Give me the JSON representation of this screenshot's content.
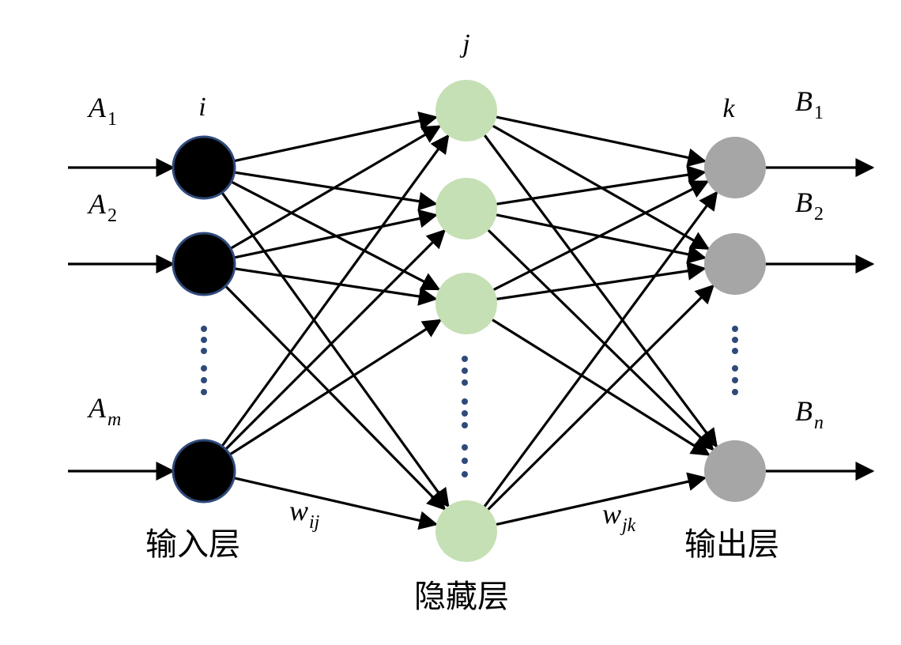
{
  "labels": {
    "input_index": "i",
    "hidden_index": "j",
    "output_index": "k",
    "inputs": [
      {
        "main": "A",
        "sub": "1"
      },
      {
        "main": "A",
        "sub": "2"
      },
      {
        "main": "A",
        "sub": "m"
      }
    ],
    "outputs": [
      {
        "main": "B",
        "sub": "1"
      },
      {
        "main": "B",
        "sub": "2"
      },
      {
        "main": "B",
        "sub": "n"
      }
    ],
    "weight_ij": {
      "main": "w",
      "sub": "ij"
    },
    "weight_jk": {
      "main": "w",
      "sub": "jk"
    },
    "input_layer": "输入层",
    "hidden_layer": "隐藏层",
    "output_layer": "输出层"
  },
  "colors": {
    "input_node_fill": "#000000",
    "input_node_stroke": "#2f4a7a",
    "hidden_node_fill": "#c5e0b4",
    "output_node_fill": "#a6a6a6",
    "edge": "#000000",
    "ellipsis_dots": "#2f4a7a"
  }
}
